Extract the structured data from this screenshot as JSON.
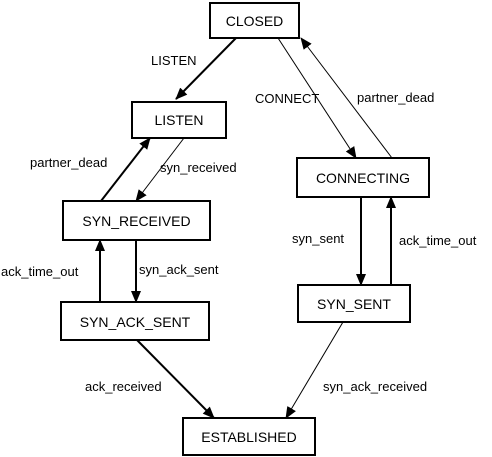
{
  "states": {
    "closed": "CLOSED",
    "listen": "LISTEN",
    "syn_received": "SYN_RECEIVED",
    "syn_ack_sent": "SYN_ACK_SENT",
    "connecting": "CONNECTING",
    "syn_sent": "SYN_SENT",
    "established": "ESTABLISHED"
  },
  "transitions": {
    "closed_to_listen": "LISTEN",
    "closed_to_connecting": "CONNECT",
    "connecting_to_closed": "partner_dead",
    "syn_received_to_listen": "partner_dead",
    "listen_to_syn_received": "syn_received",
    "syn_ack_sent_to_syn_received": "ack_time_out",
    "syn_received_to_syn_ack_sent": "syn_ack_sent",
    "connecting_to_syn_sent": "syn_sent",
    "syn_sent_to_connecting": "ack_time_out",
    "syn_ack_sent_to_established": "ack_received",
    "syn_sent_to_established": "syn_ack_received"
  }
}
